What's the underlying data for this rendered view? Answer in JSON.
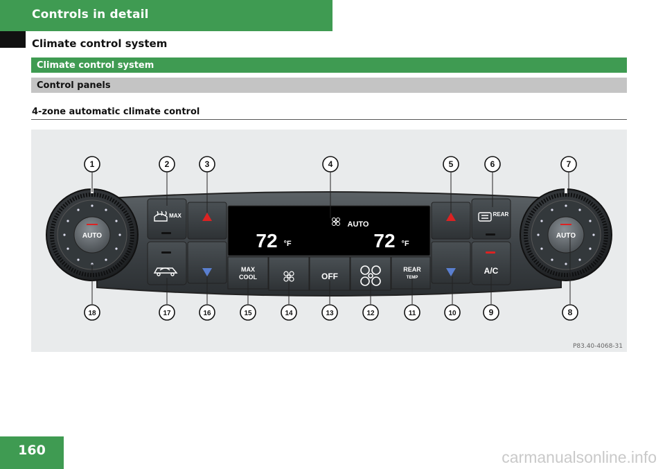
{
  "header": {
    "section": "Controls in detail",
    "chapter": "Climate control system"
  },
  "bars": {
    "section_bar": "Climate control system",
    "subsection_bar": "Control panels"
  },
  "sub_heading": "4-zone automatic climate control",
  "figure": {
    "code": "P83.40-4068-31",
    "display": {
      "left_temp": "72",
      "right_temp": "72",
      "unit": "°F",
      "mode": "AUTO"
    },
    "buttons": {
      "auto_left": "AUTO",
      "auto_right": "AUTO",
      "max_defrost": "MAX",
      "rear_defrost": "REAR",
      "max_cool_1": "MAX",
      "max_cool_2": "COOL",
      "off": "OFF",
      "rear_1": "REAR",
      "rear_2": "TEMP",
      "ac": "A/C"
    },
    "callouts": [
      "1",
      "2",
      "3",
      "4",
      "5",
      "6",
      "7",
      "8",
      "9",
      "10",
      "11",
      "12",
      "13",
      "14",
      "15",
      "16",
      "17",
      "18"
    ]
  },
  "page_number": "160",
  "watermark": "carmanualsonline.info"
}
